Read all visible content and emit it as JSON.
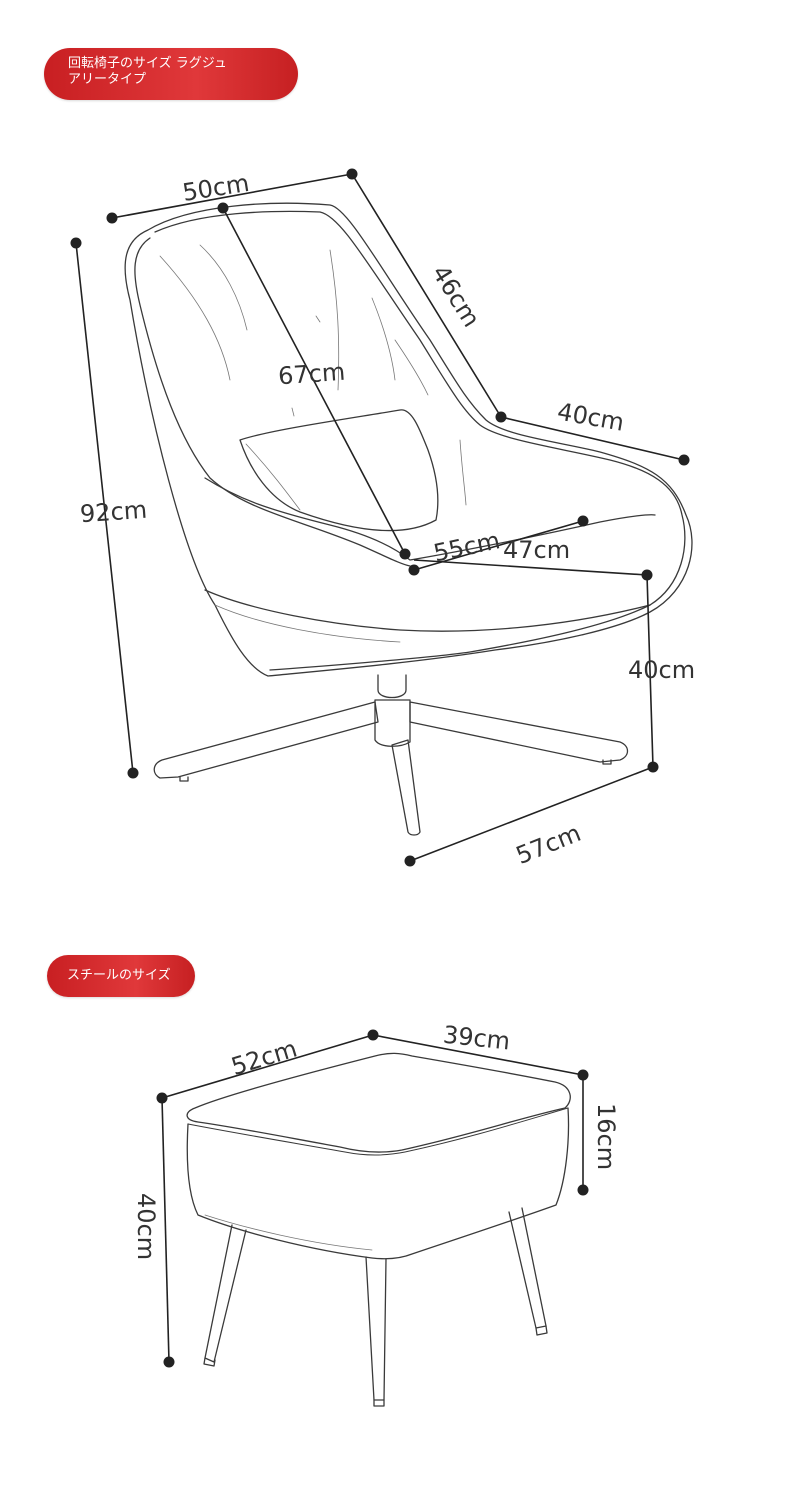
{
  "sections": [
    {
      "title": "回転椅子のサイズ ラグジュアリータイプ",
      "title_lines": [
        "回転椅子のサイズ ラグジュ",
        "アリータイプ"
      ],
      "dimensions": {
        "width": "50cm",
        "depth": "46cm",
        "arm_depth": "40cm",
        "back_height": "67cm",
        "total_height": "92cm",
        "seat_depth": "55cm",
        "seat_width": "47cm",
        "seat_height": "40cm",
        "base_width": "57cm"
      }
    },
    {
      "title": "スチールのサイズ",
      "dimensions": {
        "width": "52cm",
        "depth": "39cm",
        "cushion_height": "16cm",
        "total_height": "40cm"
      }
    }
  ]
}
